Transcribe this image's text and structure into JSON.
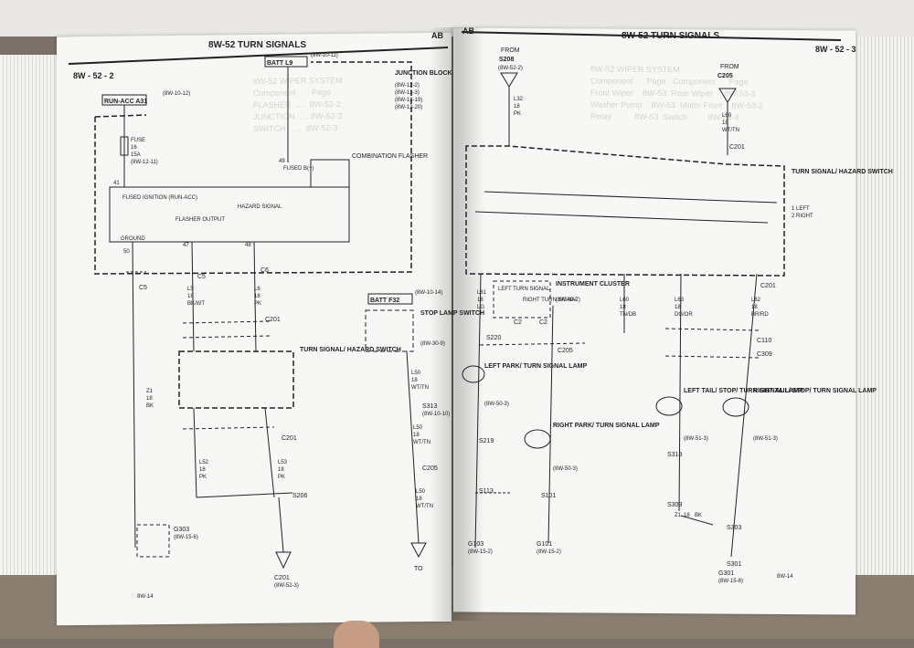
{
  "left_page": {
    "header": {
      "page_no": "8W - 52 - 2",
      "title": "8W-52 TURN SIGNALS",
      "code": "AB"
    },
    "sources": [
      {
        "name": "RUN-ACC A31",
        "ref": "(8W-10-12)"
      },
      {
        "name": "BATT L9",
        "ref": "(8W-10-11)"
      }
    ],
    "junction_block": {
      "name": "JUNCTION BLOCK",
      "refs": [
        "(8W-12-2)",
        "(8W-12-3)",
        "(8W-12-19)",
        "(8W-12-20)"
      ]
    },
    "fuse": {
      "label": "FUSE",
      "no": "16",
      "rating": "15A",
      "ref": "(8W-12-11)"
    },
    "flasher": {
      "name": "COMBINATION FLASHER",
      "pins": [
        {
          "label": "FUSED B(+)",
          "pin": "49"
        },
        {
          "label": "FUSED IGNITION (RUN-ACC)",
          "pin": "41"
        },
        {
          "label": "FLASHER OUTPUT",
          "pin": "47"
        },
        {
          "label": "HAZARD SIGNAL",
          "pin": "48"
        },
        {
          "label": "GROUND",
          "pin": "50"
        }
      ]
    },
    "wires": [
      {
        "circuit": "Z1",
        "gauge": "18",
        "color": "BK"
      },
      {
        "circuit": "L5",
        "gauge": "18",
        "color": "BK/WT"
      },
      {
        "circuit": "L6",
        "gauge": "18",
        "color": "PK"
      },
      {
        "circuit": "L52",
        "gauge": "18",
        "color": "PK"
      },
      {
        "circuit": "L53",
        "gauge": "18",
        "color": "PK"
      },
      {
        "circuit": "L50",
        "gauge": "18",
        "color": "WT/TN"
      },
      {
        "circuit": "L50",
        "gauge": "18",
        "color": "WT/TN"
      },
      {
        "circuit": "L50",
        "gauge": "18",
        "color": "WT/TN"
      }
    ],
    "connectors": [
      "C5",
      "C5",
      "C6",
      "C201",
      "C201",
      "S206",
      "S313",
      "C205",
      "G303"
    ],
    "switch": {
      "name": "TURN SIGNAL/ HAZARD SWITCH"
    },
    "batt_f32": {
      "name": "BATT F32",
      "ref": "(8W-10-14)"
    },
    "stop_switch": {
      "name": "STOP LAMP SWITCH",
      "ref": "(8W-30-9)"
    },
    "ground": {
      "name": "G303",
      "ref": "(8W-15-6)"
    },
    "splice": {
      "name": "S313",
      "ref": "(8W-10-10)"
    },
    "arrows": [
      {
        "to": "C201",
        "ref": "(8W-52-3)"
      },
      {
        "to": "TO",
        "ref": ""
      }
    ],
    "footer": "8W-14"
  },
  "right_page": {
    "header": {
      "page_no": "8W - 52 - 3",
      "title": "8W-52 TURN SIGNALS",
      "code": "AB"
    },
    "from_top": [
      {
        "label": "FROM",
        "splice": "S208",
        "ref": "(8W-52-2)",
        "wire": [
          "L32",
          "18",
          "PK"
        ]
      },
      {
        "label": "FROM",
        "splice": "C205",
        "ref": "",
        "wire": [
          "L60",
          "18",
          "WT/TN"
        ]
      }
    ],
    "switch": {
      "name": "TURN SIGNAL/ HAZARD SWITCH",
      "legend": [
        "1 LEFT",
        "2 RIGHT"
      ]
    },
    "cluster": {
      "name": "INSTRUMENT CLUSTER",
      "ref": "(8W-40-7)",
      "items": [
        "LEFT TURN SIGNAL",
        "RIGHT TURN SIGNAL"
      ]
    },
    "lamps": [
      {
        "name": "LEFT PARK/ TURN SIGNAL LAMP",
        "ref": "(8W-50-3)"
      },
      {
        "name": "RIGHT PARK/ TURN SIGNAL LAMP",
        "ref": "(8W-50-3)"
      },
      {
        "name": "LEFT TAIL/ STOP/ TURN SIGNAL LAMP",
        "ref": "(8W-51-3)"
      },
      {
        "name": "RIGHT TAIL/ STOP/ TURN SIGNAL LAMP",
        "ref": "(8W-51-3)"
      }
    ],
    "splices": [
      "S220",
      "S219",
      "S113",
      "S101",
      "S318",
      "S309",
      "S303",
      "S301"
    ],
    "grounds": [
      {
        "name": "G103",
        "ref": "(8W-15-2)"
      },
      {
        "name": "G101",
        "ref": "(8W-15-2)"
      },
      {
        "name": "G301",
        "ref": "(8W-15-8)"
      }
    ],
    "connectors": [
      "C201",
      "C2",
      "C2",
      "C205",
      "C110",
      "C309",
      "C201"
    ],
    "wires": [
      {
        "circuit": "L60",
        "gauge": "18",
        "color": "TN/DB"
      },
      {
        "circuit": "L61",
        "gauge": "18",
        "color": "LG"
      },
      {
        "circuit": "L62",
        "gauge": "18",
        "color": "BR/RD"
      },
      {
        "circuit": "L63",
        "gauge": "18",
        "color": "DG/OR"
      },
      {
        "circuit": "Z1",
        "gauge": "18",
        "color": "BK"
      }
    ],
    "footer": "8W-14"
  },
  "ghost_texts": {
    "left": "8W-52 WIPER SYSTEM\nComponent       Page\nFLASHER  ....  8W-52-2\nJUNCTION  .... 8W-52-2\nSWITCH   ....  8W-52-3",
    "right": "8W-52 WIPER SYSTEM\nComponent      Page   Component      Page\nFront Wiper    8W-53  Rear Wiper     8W-53-3\nWasher Pump    8W-53  Motor Front    8W-53-2\nRelay          8W-53  Switch         8W-53-4"
  },
  "colors": {
    "ink": "#222222",
    "paper": "#f7f7f5",
    "dashed": "#555555"
  }
}
